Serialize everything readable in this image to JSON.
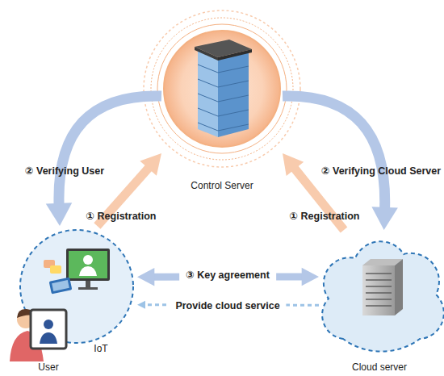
{
  "diagram": {
    "nodes": [
      {
        "text": [
          "Control Server"
        ]
      },
      {
        "text": [
          "IoT",
          "User"
        ]
      },
      {
        "text": [
          "Cloud server"
        ]
      }
    ],
    "edges": [
      {
        "from": 1,
        "to": 0,
        "arrow": "to",
        "label": "① Registration"
      },
      {
        "from": 0,
        "to": 1,
        "arrow": "to",
        "label": "② Verifying User"
      },
      {
        "from": 2,
        "to": 0,
        "arrow": "to",
        "label": "① Registration"
      },
      {
        "from": 0,
        "to": 2,
        "arrow": "to",
        "label": "② Verifying Cloud Server"
      },
      {
        "from": 1,
        "to": 2,
        "arrow": "both",
        "label": "③ Key agreement"
      },
      {
        "from": 2,
        "to": 1,
        "arrow": "to",
        "label": "Provide cloud service"
      }
    ]
  }
}
